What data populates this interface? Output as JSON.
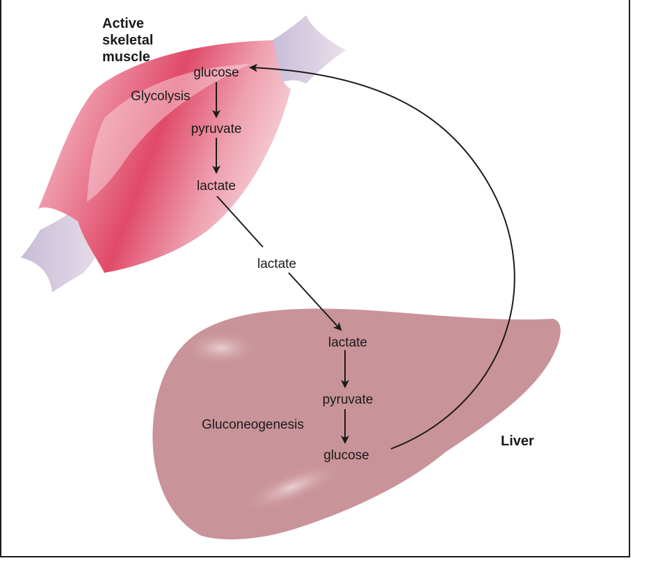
{
  "muscle": {
    "title_lines": [
      "Active",
      "skeletal",
      "muscle"
    ],
    "glucose": "glucose",
    "process": "Glycolysis",
    "pyruvate": "pyruvate",
    "lactate": "lactate"
  },
  "blood": {
    "lactate": "lactate"
  },
  "liver": {
    "title": "Liver",
    "lactate": "lactate",
    "pyruvate": "pyruvate",
    "process": "Gluconeogenesis",
    "glucose": "glucose"
  },
  "colors": {
    "muscle_core": "#e04a68",
    "muscle_light": "#f5c6cf",
    "tendon": "#cfc6dc",
    "liver": "#c9939a",
    "liver_highlight": "#e3c3c7",
    "line": "#1a1a1a"
  }
}
